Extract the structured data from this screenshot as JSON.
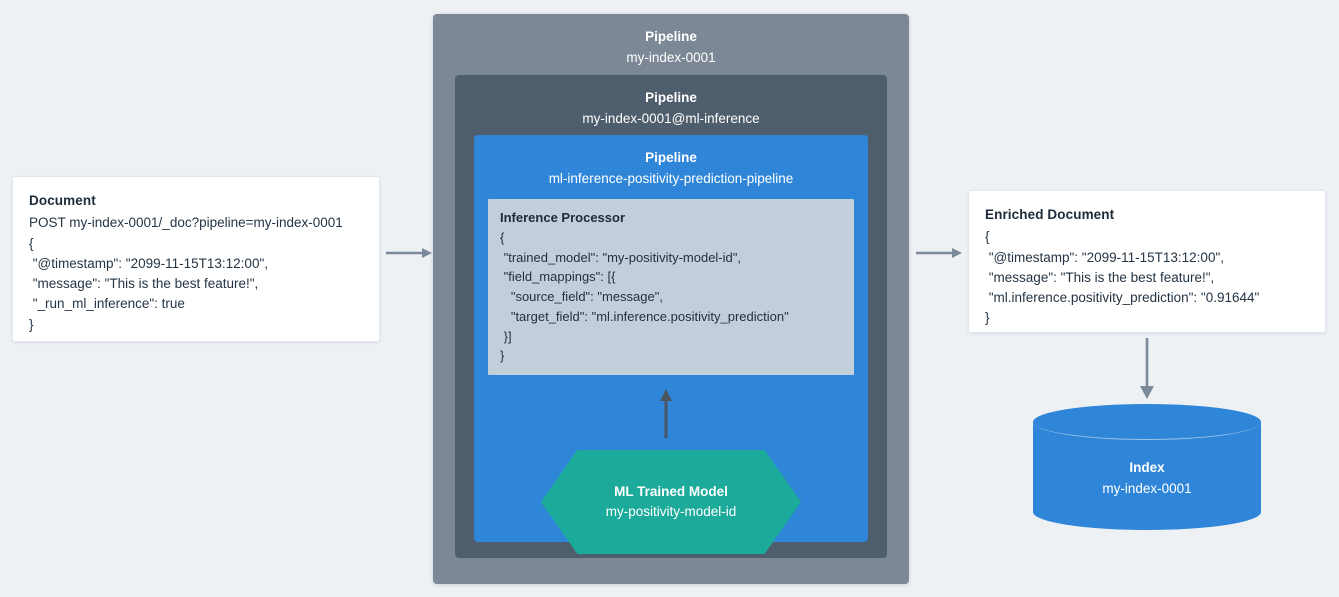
{
  "page": {
    "background": "#eef1f4",
    "title": "Elasticsearch ML inference ingest pipeline diagram"
  },
  "colors": {
    "page_background": "#eef1f4",
    "pipeline_outer": "#7d8896",
    "pipeline_mid": "#4f5e6d",
    "pipeline_inner": "#2f86d9",
    "processor_fill": "#c3cedb",
    "processor_border": "#2f86d9",
    "model_green": "#1cab9a",
    "index_blue": "#2f86d9",
    "arrow_gray": "#7b8a99",
    "arrow_dark": "#4b5560",
    "card_background": "#ffffff",
    "text_dark": "#1d2b39",
    "text_light": "#ffffff"
  },
  "document_card": {
    "title": "Document",
    "lines": [
      "POST my-index-0001/_doc?pipeline=my-index-0001",
      "{",
      " \"@timestamp\": \"2099-11-15T13:12:00\",",
      " \"message\": \"This is the best feature!\",",
      " \"_run_ml_inference\": true",
      "}"
    ]
  },
  "pipelines": {
    "outer": {
      "label": "Pipeline",
      "name": "my-index-0001"
    },
    "middle": {
      "label": "Pipeline",
      "name": "my-index-0001@ml-inference"
    },
    "inner": {
      "label": "Pipeline",
      "name": "ml-inference-positivity-prediction-pipeline"
    }
  },
  "inference_processor": {
    "title": "Inference Processor",
    "lines": [
      "{",
      " \"trained_model\": \"my-positivity-model-id\",",
      " \"field_mappings\": [{",
      "   \"source_field\": \"message\",",
      "   \"target_field\": \"ml.inference.positivity_prediction\"",
      " }]",
      "}"
    ]
  },
  "trained_model": {
    "title": "ML Trained Model",
    "name": "my-positivity-model-id",
    "shape": "hexagon"
  },
  "enriched_document_card": {
    "title": "Enriched Document",
    "lines": [
      "{",
      " \"@timestamp\": \"2099-11-15T13:12:00\",",
      " \"message\": \"This is the best feature!\",",
      " \"ml.inference.positivity_prediction\": \"0.91644\"",
      "}"
    ]
  },
  "index": {
    "title": "Index",
    "name": "my-index-0001",
    "shape": "cylinder"
  },
  "arrows": [
    {
      "id": "doc-to-pipeline",
      "direction": "right",
      "from": "document_card",
      "to": "pipelines.outer"
    },
    {
      "id": "pipeline-to-enriched",
      "direction": "right",
      "from": "pipelines.outer",
      "to": "enriched_document_card"
    },
    {
      "id": "model-to-processor",
      "direction": "up",
      "from": "trained_model",
      "to": "inference_processor"
    },
    {
      "id": "enriched-to-index",
      "direction": "down",
      "from": "enriched_document_card",
      "to": "index"
    }
  ]
}
